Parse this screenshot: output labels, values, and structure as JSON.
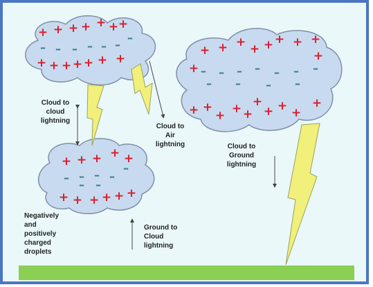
{
  "colors": {
    "frame": "#4a76c4",
    "background": "#eaf8fa",
    "cloud_fill": "#c8daf0",
    "cloud_stroke": "#7f8fa8",
    "positive": "#d8202c",
    "negative": "#3a7f86",
    "bolt_fill": "#f0f07a",
    "bolt_stroke": "#9aa060",
    "ground": "#8ccf55"
  },
  "symbols": {
    "positive": "+",
    "negative": "–"
  },
  "labels": {
    "cloud_to_cloud": "Cloud to\ncloud\nlightning",
    "cloud_to_air": "Cloud to\nAir\nlightning",
    "cloud_to_ground": "Cloud to\nGround\nlightning",
    "ground_to_cloud": "Ground to\nCloud\nlightning",
    "droplets": "Negatively\nand\npositively\ncharged\ndroplets"
  }
}
